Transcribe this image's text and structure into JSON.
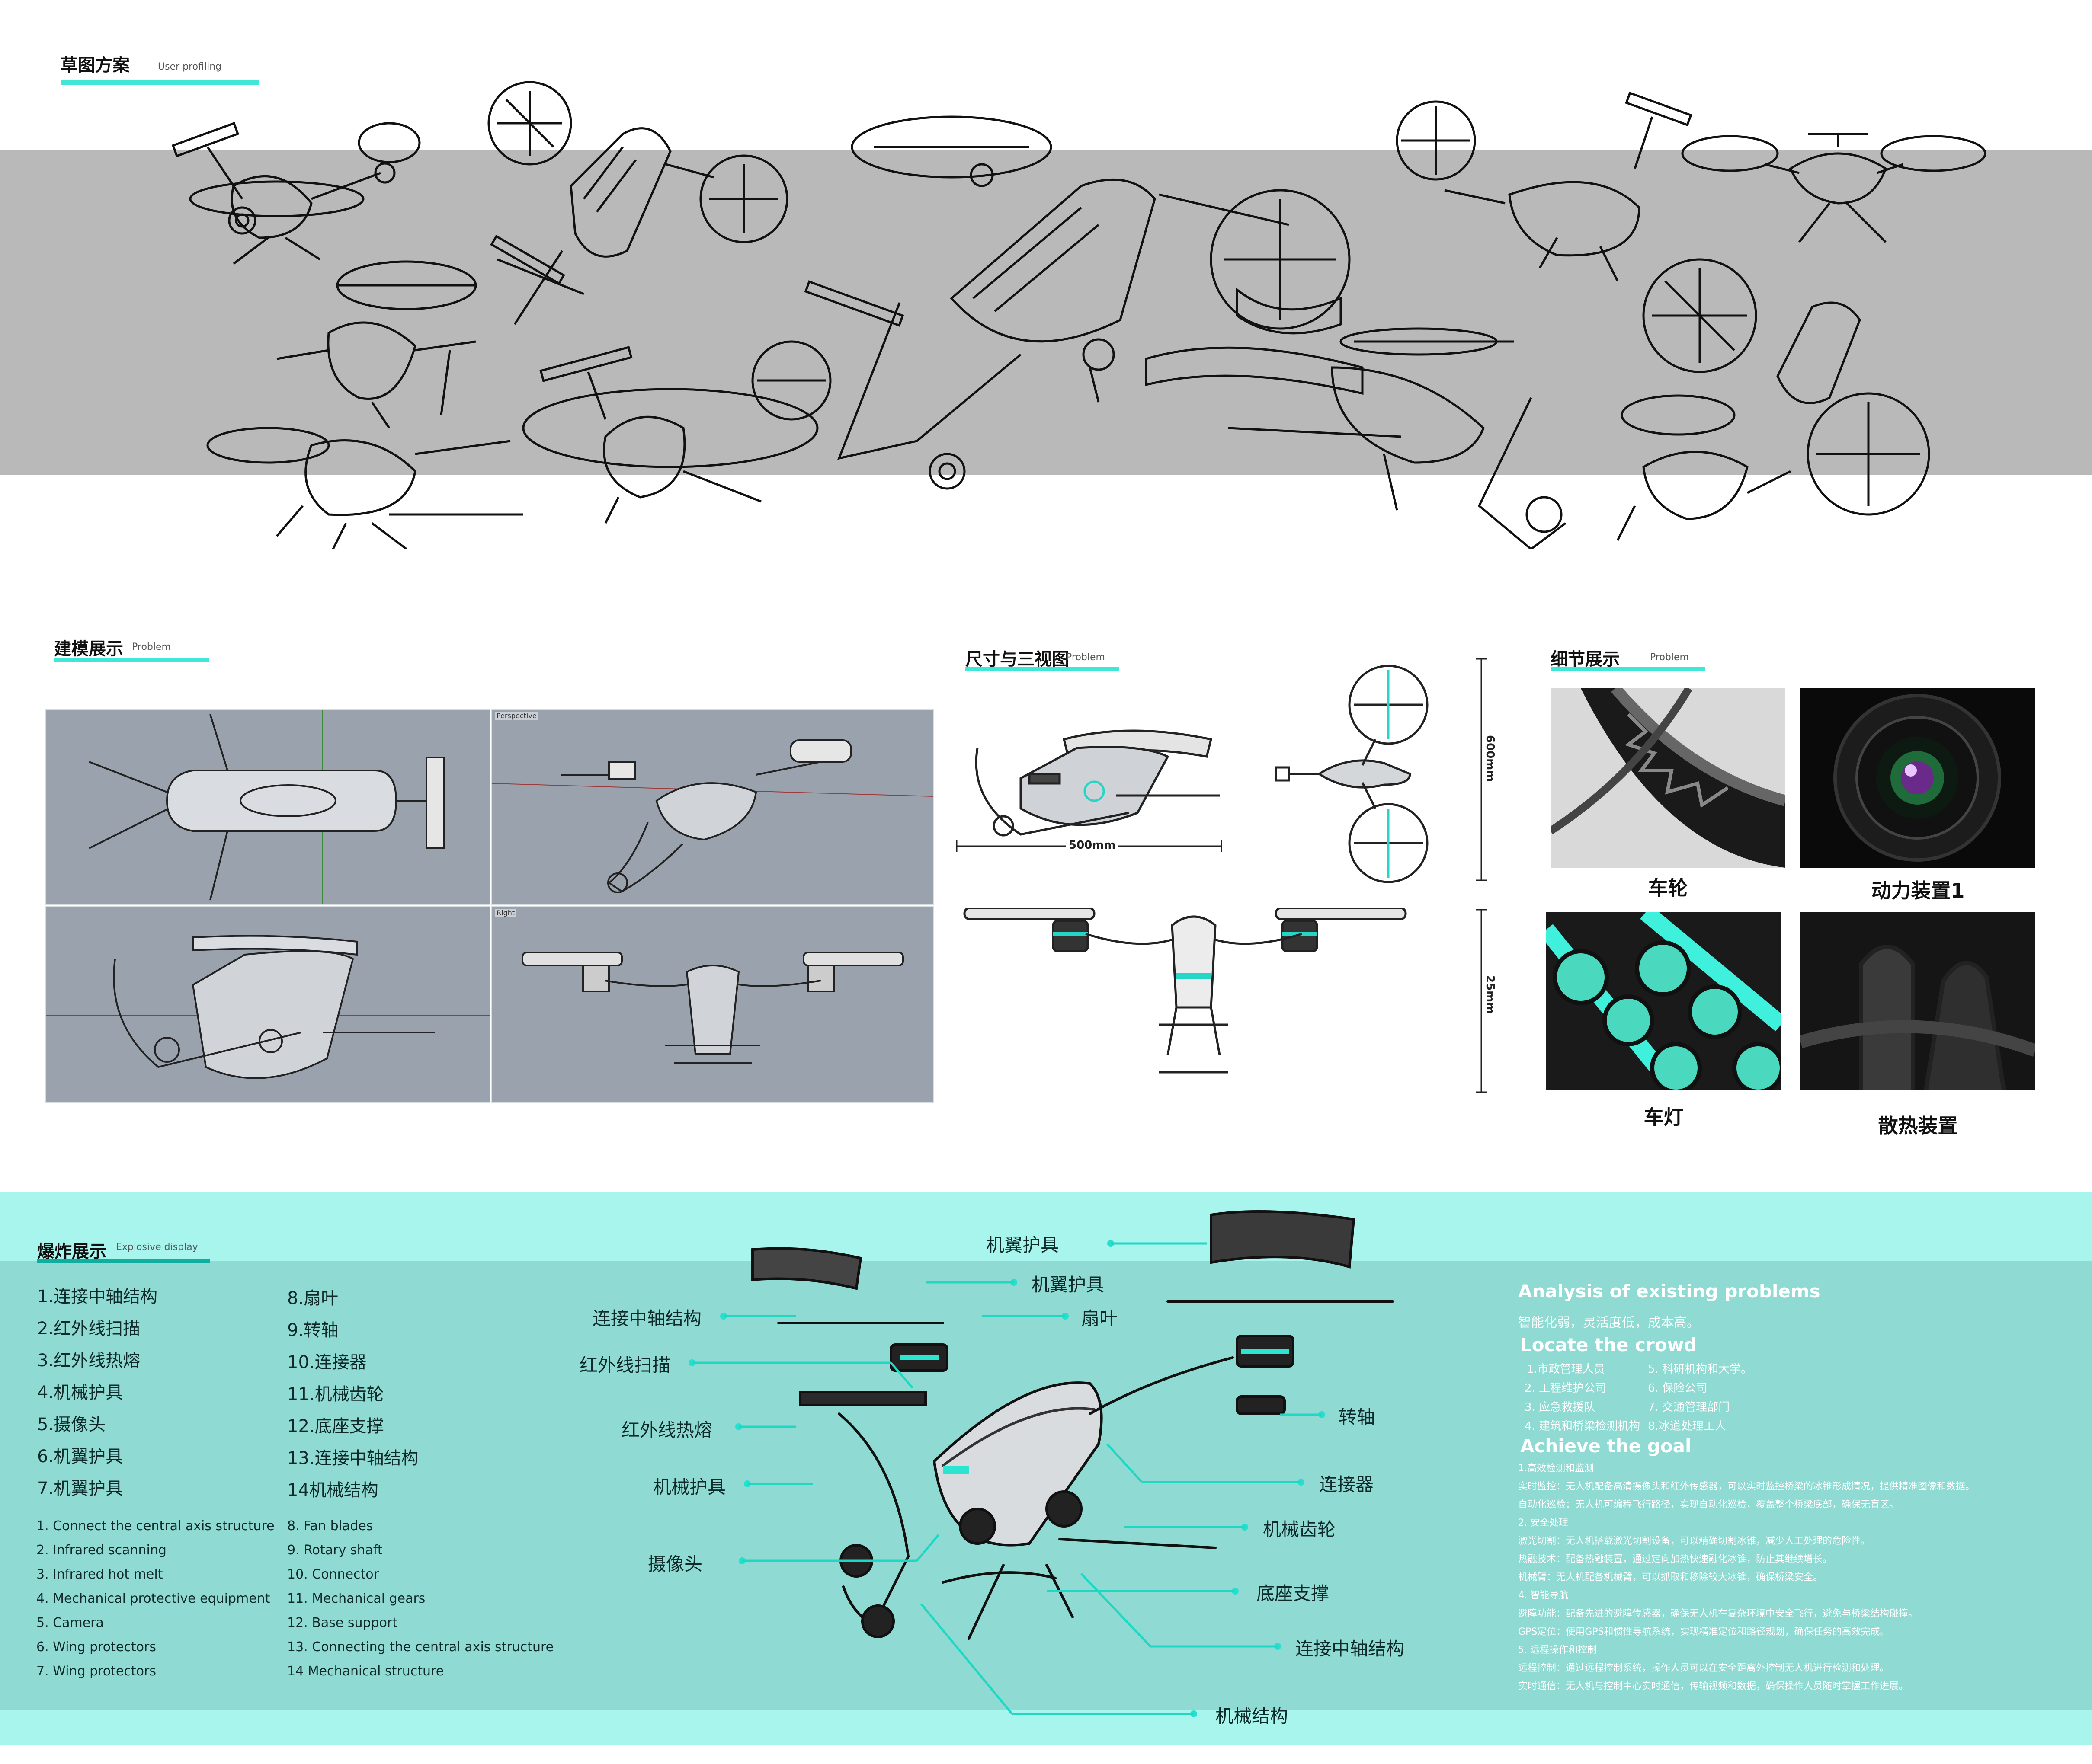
{
  "colors": {
    "accent": "#42e6d7",
    "band": "#b9b9b9",
    "explosive_bg": "#8fdad2",
    "explosive_light": "#a7f5ec"
  },
  "sketch_section": {
    "title": "草图方案",
    "subtitle": "User profiling"
  },
  "modeling_section": {
    "title": "建模展示",
    "subtitle": "Problem",
    "viewports": {
      "top_left": "",
      "top_right": "Perspective",
      "bottom_left": "",
      "bottom_right": "Right"
    }
  },
  "dimension_section": {
    "title": "尺寸与三视图",
    "subtitle": "Problem",
    "width_label": "500mm",
    "height_label": "600mm",
    "depth_label": "25mm"
  },
  "detail_section": {
    "title": "细节展示",
    "subtitle": "Problem",
    "tiles": [
      {
        "caption": "车轮",
        "icon": "wheel-truss"
      },
      {
        "caption": "动力装置1",
        "icon": "camera-lens"
      },
      {
        "caption": "车灯",
        "icon": "gear-lights"
      },
      {
        "caption": "散热装置",
        "icon": "heat-sink"
      }
    ]
  },
  "explosive_section": {
    "title": "爆炸展示",
    "subtitle": "Explosive display",
    "cn_list_left": [
      "1.连接中轴结构",
      "2.红外线扫描",
      "3.红外线热熔",
      "4.机械护具",
      "5.摄像头",
      "6.机翼护具",
      "7.机翼护具"
    ],
    "cn_list_right": [
      "8.扇叶",
      "9.转轴",
      "10.连接器",
      "11.机械齿轮",
      "12.底座支撑",
      "13.连接中轴结构",
      "14机械结构"
    ],
    "en_list_left": [
      "1. Connect the central axis structure",
      "2. Infrared scanning",
      "3. Infrared hot melt",
      "4. Mechanical protective equipment",
      "5. Camera",
      "6. Wing protectors",
      "7. Wing protectors"
    ],
    "en_list_right": [
      "8. Fan blades",
      "9. Rotary shaft",
      "10. Connector",
      "11. Mechanical gears",
      "12. Base support",
      "13. Connecting the central axis structure",
      "14 Mechanical structure"
    ],
    "callouts": {
      "c1": "机翼护具",
      "c2": "机翼护具",
      "c3": "连接中轴结构",
      "c4": "扇叶",
      "c5": "红外线扫描",
      "c6": "红外线热熔",
      "c7": "转轴",
      "c8": "机械护具",
      "c9": "连接器",
      "c10": "机械齿轮",
      "c11": "摄像头",
      "c12": "底座支撑",
      "c13": "连接中轴结构",
      "c14": "机械结构"
    },
    "analysis": {
      "h1": "Analysis of existing problems",
      "h1_sub": "智能化弱，灵活度低，成本高。",
      "h2": "Locate the crowd",
      "crowd_left": [
        "1.市政管理人员",
        "2. 工程维护公司",
        "3. 应急救援队",
        "4. 建筑和桥梁检测机构"
      ],
      "crowd_right": [
        "5. 科研机构和大学。",
        "6. 保险公司",
        "7. 交通管理部门",
        "8.冰道处理工人"
      ],
      "h3": "Achieve the goal",
      "goals": [
        "1.高效检测和监测",
        "实时监控：无人机配备高清摄像头和红外传感器，可以实时监控桥梁的冰锥形成情况，提供精准图像和数据。",
        "自动化巡检：无人机可编程飞行路径，实现自动化巡检，覆盖整个桥梁底部，确保无盲区。",
        "2. 安全处理",
        "激光切割：无人机搭载激光切割设备，可以精确切割冰锥，减少人工处理的危险性。",
        "热融技术：配备热融装置，通过定向加热快速融化冰锥，防止其继续增长。",
        "机械臂：无人机配备机械臂，可以抓取和移除较大冰锥，确保桥梁安全。",
        "4. 智能导航",
        "避障功能：配备先进的避障传感器，确保无人机在复杂环境中安全飞行，避免与桥梁结构碰撞。",
        "GPS定位：使用GPS和惯性导航系统，实现精准定位和路径规划，确保任务的高效完成。",
        "5. 远程操作和控制",
        "远程控制：通过远程控制系统，操作人员可以在安全距离外控制无人机进行检测和处理。",
        "实时通信：无人机与控制中心实时通信，传输视频和数据，确保操作人员随时掌握工作进展。"
      ]
    }
  }
}
